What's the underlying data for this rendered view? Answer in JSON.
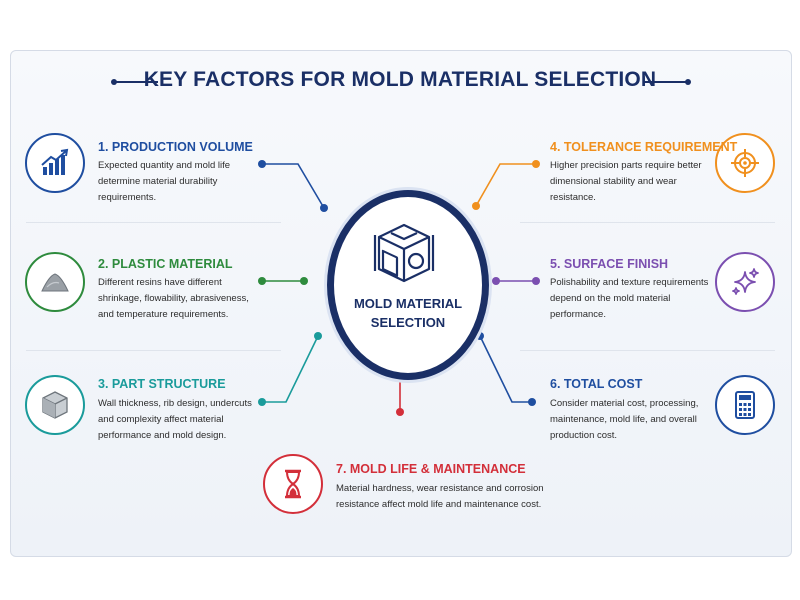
{
  "title": "KEY FACTORS FOR MOLD MATERIAL SELECTION",
  "center": {
    "line1": "MOLD MATERIAL",
    "line2": "SELECTION"
  },
  "factors": [
    {
      "title": "1. PRODUCTION VOLUME",
      "desc": "Expected quantity and mold life determine material durability requirements.",
      "color": "#1f4ea0",
      "icon": "bar-chart-growth-icon"
    },
    {
      "title": "2. PLASTIC MATERIAL",
      "desc": "Different resins have different shrinkage, flowability, abrasiveness, and temperature requirements.",
      "color": "#2e8b3d",
      "icon": "resin-pile-icon"
    },
    {
      "title": "3. PART STRUCTURE",
      "desc": "Wall thickness, rib design, undercuts and complexity affect material performance and mold design.",
      "color": "#1a9b9b",
      "icon": "cube-icon"
    },
    {
      "title": "4. TOLERANCE REQUIREMENT",
      "desc": "Higher precision parts require better dimensional stability and wear resistance.",
      "color": "#f0901e",
      "icon": "target-icon"
    },
    {
      "title": "5. SURFACE FINISH",
      "desc": "Polishability and texture requirements depend on the mold material performance.",
      "color": "#7b4fb0",
      "icon": "sparkle-icon"
    },
    {
      "title": "6. TOTAL COST",
      "desc": "Consider material cost, processing, maintenance, mold life, and overall production cost.",
      "color": "#1f4ea0",
      "icon": "calculator-icon"
    },
    {
      "title": "7. MOLD LIFE & MAINTENANCE",
      "desc": "Material hardness, wear resistance and corrosion resistance affect mold life and maintenance cost.",
      "color": "#d32f3a",
      "icon": "hourglass-icon"
    }
  ]
}
